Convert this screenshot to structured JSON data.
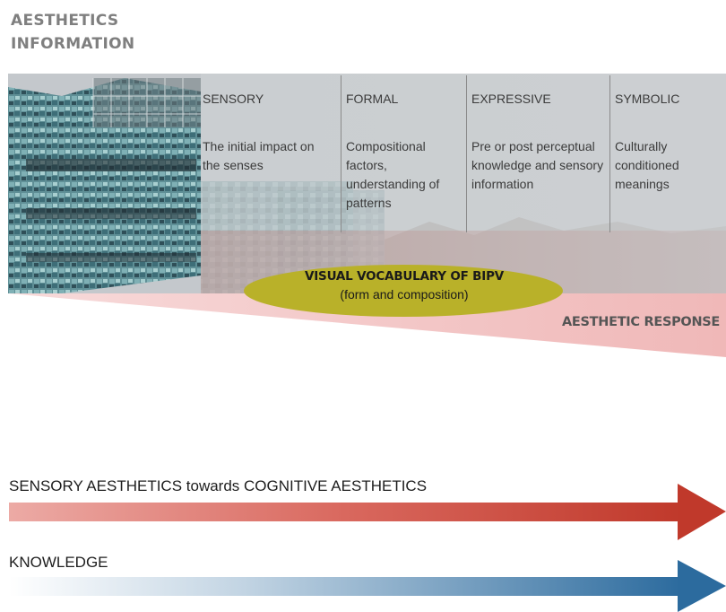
{
  "title": {
    "line1": "AESTHETICS",
    "line2": "INFORMATION"
  },
  "columns": [
    {
      "heading": "SENSORY",
      "description": "The initial impact on the senses"
    },
    {
      "heading": "FORMAL",
      "description": "Compositional factors, understanding of patterns"
    },
    {
      "heading": "EXPRESSIVE",
      "description": "Pre or post perceptual knowledge and sensory information"
    },
    {
      "heading": "SYMBOLIC",
      "description": "Culturally conditioned meanings"
    }
  ],
  "ellipse": {
    "title": "VISUAL VOCABULARY OF BIPV",
    "subtitle": "(form and composition)"
  },
  "response_label": "AESTHETIC RESPONSE",
  "arrows": {
    "sensory_label": "SENSORY AESTHETICS towards COGNITIVE AESTHETICS",
    "knowledge_label": "KNOWLEDGE"
  },
  "colors": {
    "ellipse": "#b9b129",
    "wedge": "#f2c3c3",
    "red_arrow": "#c0392b",
    "blue_arrow": "#2c6b9e"
  }
}
